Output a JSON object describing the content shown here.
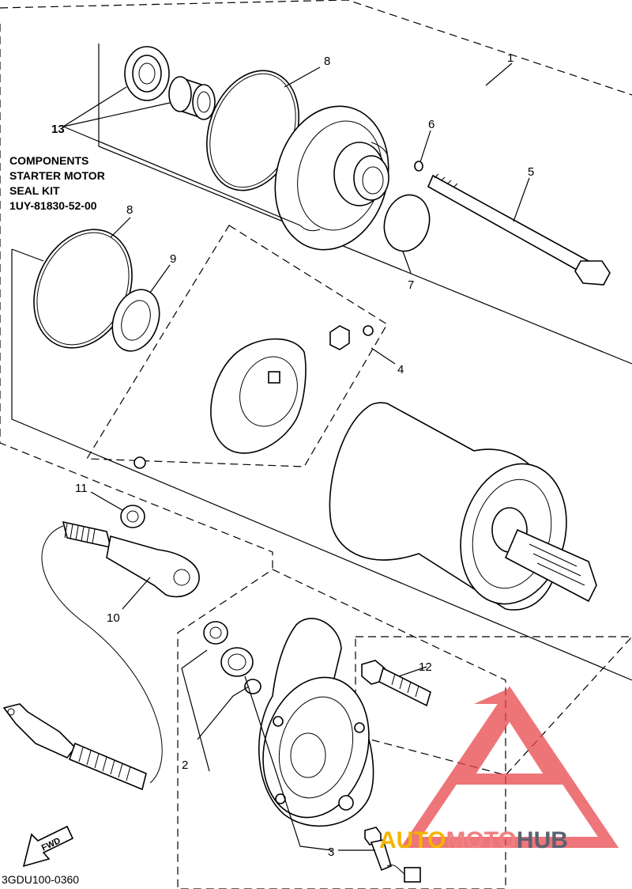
{
  "callouts": {
    "c1": "1",
    "c2": "2",
    "c3": "3",
    "c4": "4",
    "c5": "5",
    "c6": "6",
    "c7": "7",
    "c8a": "8",
    "c8b": "8",
    "c9": "9",
    "c10": "10",
    "c11": "11",
    "c12": "12",
    "c13": "13"
  },
  "seal_kit": {
    "line1": "COMPONENTS",
    "line2": "STARTER MOTOR",
    "line3": "SEAL KIT",
    "line4": "1UY-81830-52-00"
  },
  "fwd_label": "FWD",
  "diagram_code": "3GDU100-0360",
  "watermark": {
    "part1": "AUTO",
    "part2": "MOTO",
    "part3": "HUB",
    "colors": {
      "auto": "#f4b400",
      "moto": "#f08080",
      "hub": "#5a6270",
      "triangle": "#e8474c"
    }
  }
}
